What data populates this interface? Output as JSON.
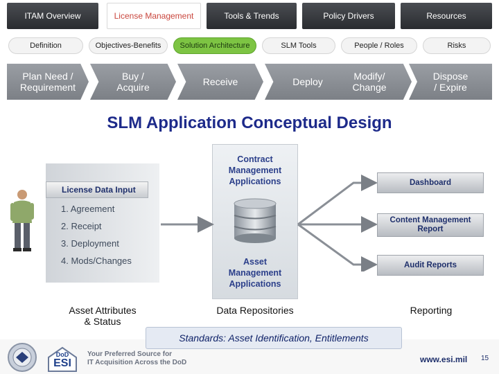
{
  "nav_tabs": [
    {
      "label": "ITAM Overview"
    },
    {
      "label": "License Management"
    },
    {
      "label": "Tools & Trends"
    },
    {
      "label": "Policy Drivers"
    },
    {
      "label": "Resources"
    }
  ],
  "sub_tabs": [
    {
      "label": "Definition"
    },
    {
      "label": "Objectives-Benefits"
    },
    {
      "label": "Solution Architecture"
    },
    {
      "label": "SLM Tools"
    },
    {
      "label": "People / Roles"
    },
    {
      "label": "Risks"
    }
  ],
  "process_steps": [
    {
      "line1": "Plan Need /",
      "line2": "Requirement"
    },
    {
      "line1": "Buy /",
      "line2": "Acquire"
    },
    {
      "line1": "Receive",
      "line2": ""
    },
    {
      "line1": "Deploy",
      "line2": ""
    },
    {
      "line1": "Modify/",
      "line2": "Change"
    },
    {
      "line1": "Dispose",
      "line2": "/ Expire"
    }
  ],
  "title": "SLM Application Conceptual Design",
  "diagram": {
    "input_panel": {
      "header": "License Data Input",
      "items": [
        "1. Agreement",
        "2. Receipt",
        "3. Deployment",
        "4. Mods/Changes"
      ]
    },
    "center": {
      "top_lines": [
        "Contract",
        "Management",
        "Applications"
      ],
      "bottom_lines": [
        "Asset",
        "Management",
        "Applications"
      ]
    },
    "outputs": [
      {
        "line1": "Dashboard",
        "line2": ""
      },
      {
        "line1": "Content Management",
        "line2": "Report"
      },
      {
        "line1": "Audit Reports",
        "line2": ""
      }
    ],
    "captions": {
      "left_line1": "Asset Attributes",
      "left_line2": "& Status",
      "center": "Data Repositories",
      "right": "Reporting"
    },
    "standards": "Standards: Asset Identification, Entitlements"
  },
  "footer": {
    "esi_logo_line1": "DoD",
    "esi_logo_line2": "ESI",
    "tagline1": "Your Preferred Source for",
    "tagline2": "IT Acquisition Across the DoD",
    "url": "www.esi.mil",
    "page": "15"
  },
  "colors": {
    "title": "#1d2a8a",
    "active_tab_text": "#c9463d",
    "active_pill": "#7dc443",
    "nav_dark": "#2a2c30"
  }
}
